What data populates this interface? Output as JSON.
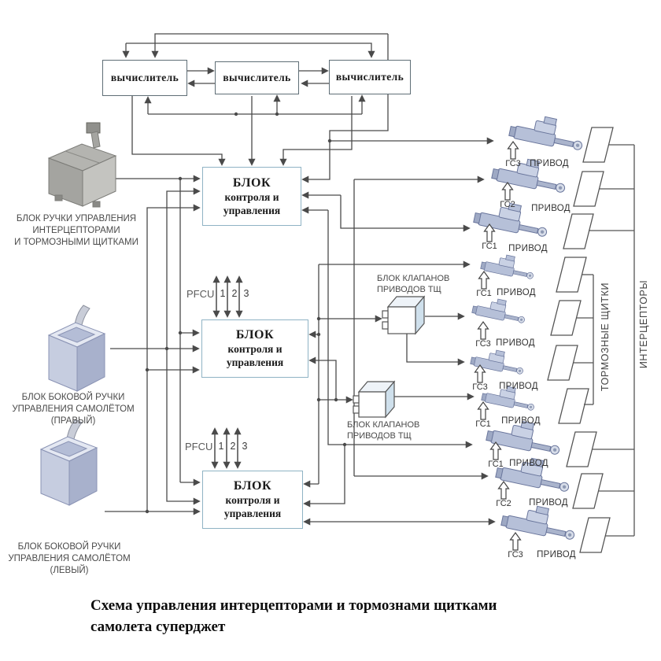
{
  "colors": {
    "wire": "#4a4a4a",
    "control_block_border": "#8fb3c4",
    "computer_border": "#5f6e76",
    "actuator_fill": "#b6c0d8",
    "actuator_stroke": "#6a769c"
  },
  "computers": {
    "label": "вычислитель",
    "count": 3
  },
  "control_block": {
    "title": "БЛОК",
    "subtitle": "контроля и управления",
    "count": 3
  },
  "pfcu": {
    "label": "PFCU",
    "channels": [
      "1",
      "2",
      "3"
    ]
  },
  "input_devices": {
    "handle_unit": {
      "line1": "БЛОК РУЧКИ УПРАВЛЕНИЯ",
      "line2": "ИНТЕРЦЕПТОРАМИ",
      "line3": "И ТОРМОЗНЫМИ ЩИТКАМИ"
    },
    "sidestick_right": {
      "line1": "БЛОК БОКОВОЙ РУЧКИ",
      "line2": "УПРАВЛЕНИЯ САМОЛЁТОМ",
      "line3": "(ПРАВЫЙ)"
    },
    "sidestick_left": {
      "line1": "БЛОК БОКОВОЙ РУЧКИ",
      "line2": "УПРАВЛЕНИЯ САМОЛЁТОМ",
      "line3": "(ЛЕВЫЙ)"
    }
  },
  "valve_block": {
    "line1": "БЛОК КЛАПАНОВ",
    "line2": "ПРИВОДОВ ТЩ",
    "count": 2
  },
  "actuator_label": "ПРИВОД",
  "actuators": [
    {
      "gs": "ГС3",
      "size": "large"
    },
    {
      "gs": "ГС2",
      "size": "large"
    },
    {
      "gs": "ГС1",
      "size": "large"
    },
    {
      "gs": "ГС1",
      "size": "small"
    },
    {
      "gs": "ГС3",
      "size": "small"
    },
    {
      "gs": "ГС3",
      "size": "small"
    },
    {
      "gs": "ГС1",
      "size": "small"
    },
    {
      "gs": "ГС1",
      "size": "large"
    },
    {
      "gs": "ГС2",
      "size": "large"
    },
    {
      "gs": "ГС3",
      "size": "large"
    }
  ],
  "surfaces": {
    "brake_flaps": "ТОРМОЗНЫЕ ЩИТКИ",
    "interceptors": "ИНТЕРЦЕПТОРЫ",
    "brake_flap_panels": 4,
    "interceptor_panels": 6
  },
  "caption": {
    "line1": "Схема управления интерцепторами и тормознами щитками",
    "line2": "самолета суперджет"
  }
}
